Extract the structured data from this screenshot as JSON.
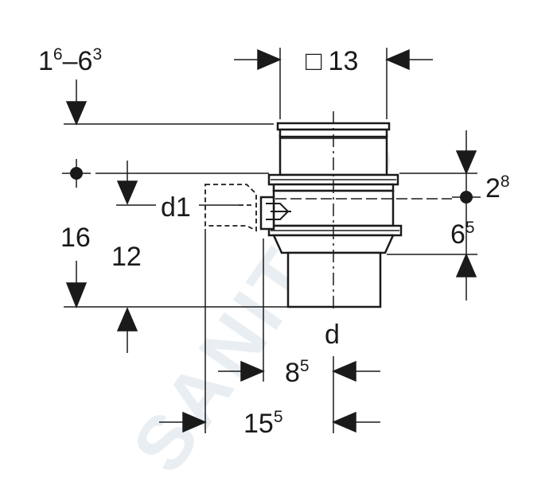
{
  "watermark": {
    "text": "SANITINO"
  },
  "dimensions": {
    "top_range": {
      "base_a": "1",
      "sup_a": "6",
      "sep": "–",
      "base_b": "6",
      "sup_b": "3"
    },
    "square": {
      "symbol": "□",
      "value": "13"
    },
    "right_upper": {
      "base": "2",
      "sup": "8"
    },
    "right_lower": {
      "base": "6",
      "sup": "5"
    },
    "left_outer": {
      "value": "16"
    },
    "left_inner": {
      "value": "12"
    },
    "d1": {
      "text": "d1"
    },
    "d": {
      "text": "d"
    },
    "bottom_inner": {
      "base": "8",
      "sup": "5"
    },
    "bottom_outer": {
      "base": "15",
      "sup": "5"
    }
  }
}
